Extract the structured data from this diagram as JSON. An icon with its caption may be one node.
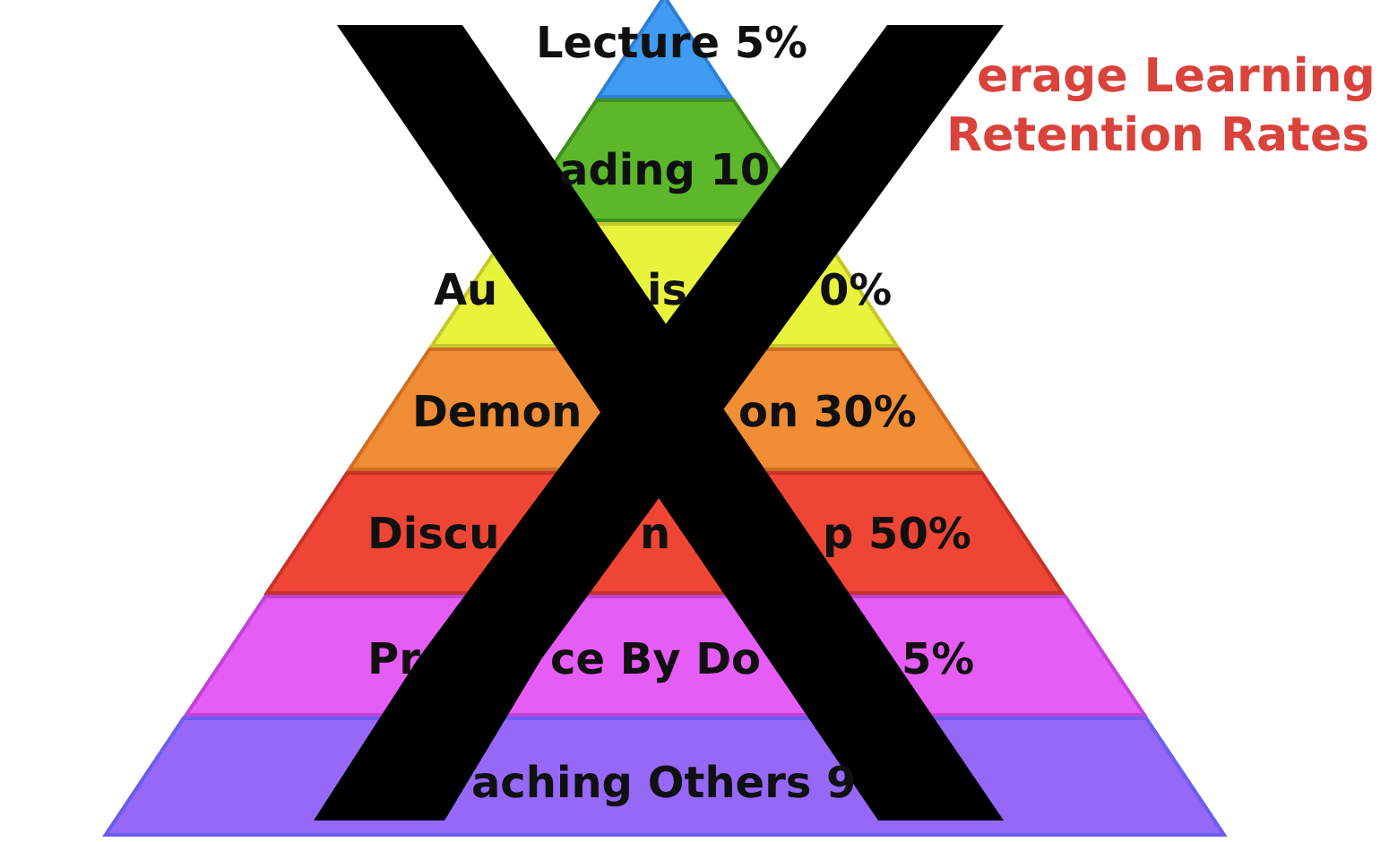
{
  "diagram": {
    "title": "erage Learning Retention Rates",
    "nodes": [
      {
        "text": [
          "Lecture 5%"
        ]
      },
      {
        "text": [
          "ading 10"
        ]
      },
      {
        "text": [
          "Au",
          "is",
          "0%"
        ]
      },
      {
        "text": [
          "Demon",
          "on 30%"
        ]
      },
      {
        "text": [
          "Discu",
          "n",
          "p 50%"
        ]
      },
      {
        "text": [
          "Pr",
          "ce By Do",
          "5%"
        ]
      },
      {
        "text": [
          "aching Others 9"
        ]
      }
    ]
  }
}
